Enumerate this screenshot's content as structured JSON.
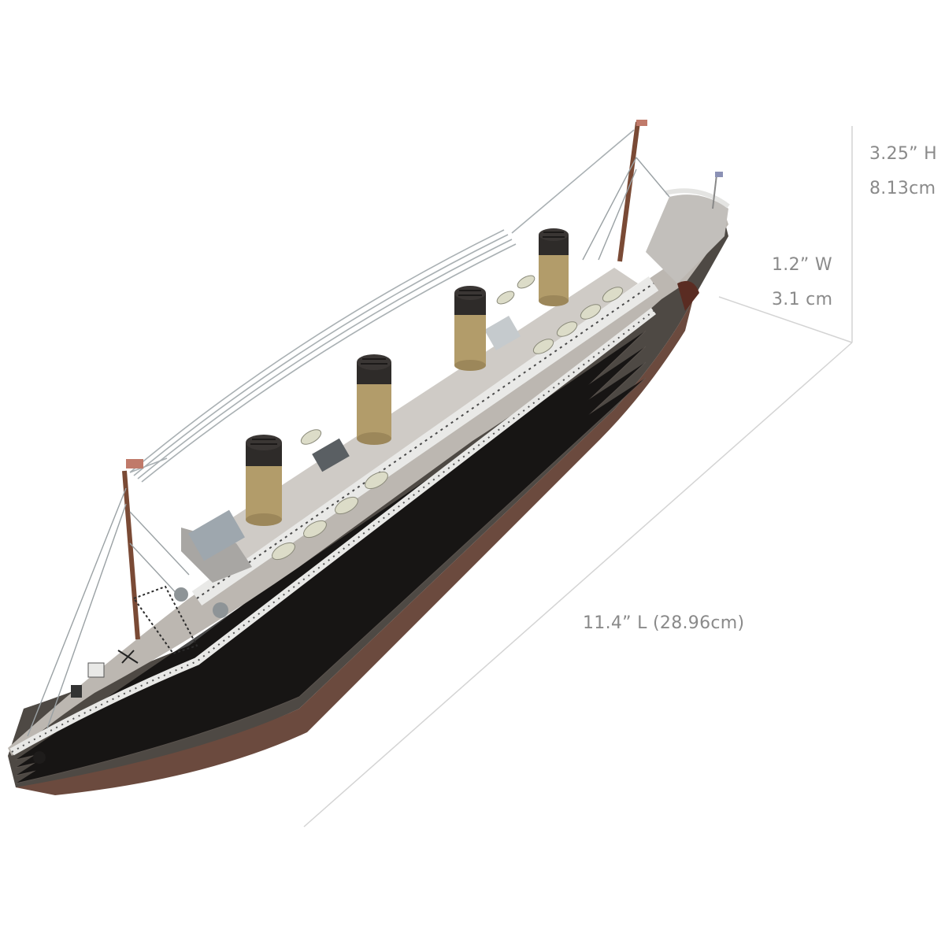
{
  "product": {
    "subject": "RMS Titanic metal model ship",
    "colors": {
      "background": "#ffffff",
      "hull_dark": "#4a4540",
      "hull_red": "#6b4a3e",
      "deck": "#b9b4ae",
      "superstructure": "#d8d6d2",
      "funnel_body": "#b29c6a",
      "funnel_top": "#2e2b29",
      "mast": "#7a4a35",
      "lifeboat": "#dcdcc8",
      "dimension_line": "#d4d4d4",
      "dimension_text": "#8a8a8a"
    },
    "funnel_count": 4
  },
  "dimensions": {
    "height": {
      "imperial": "3.25” H",
      "metric": "8.13cm"
    },
    "width": {
      "imperial": "1.2” W",
      "metric": "3.1 cm"
    },
    "length": {
      "label": "11.4” L (28.96cm)"
    }
  }
}
